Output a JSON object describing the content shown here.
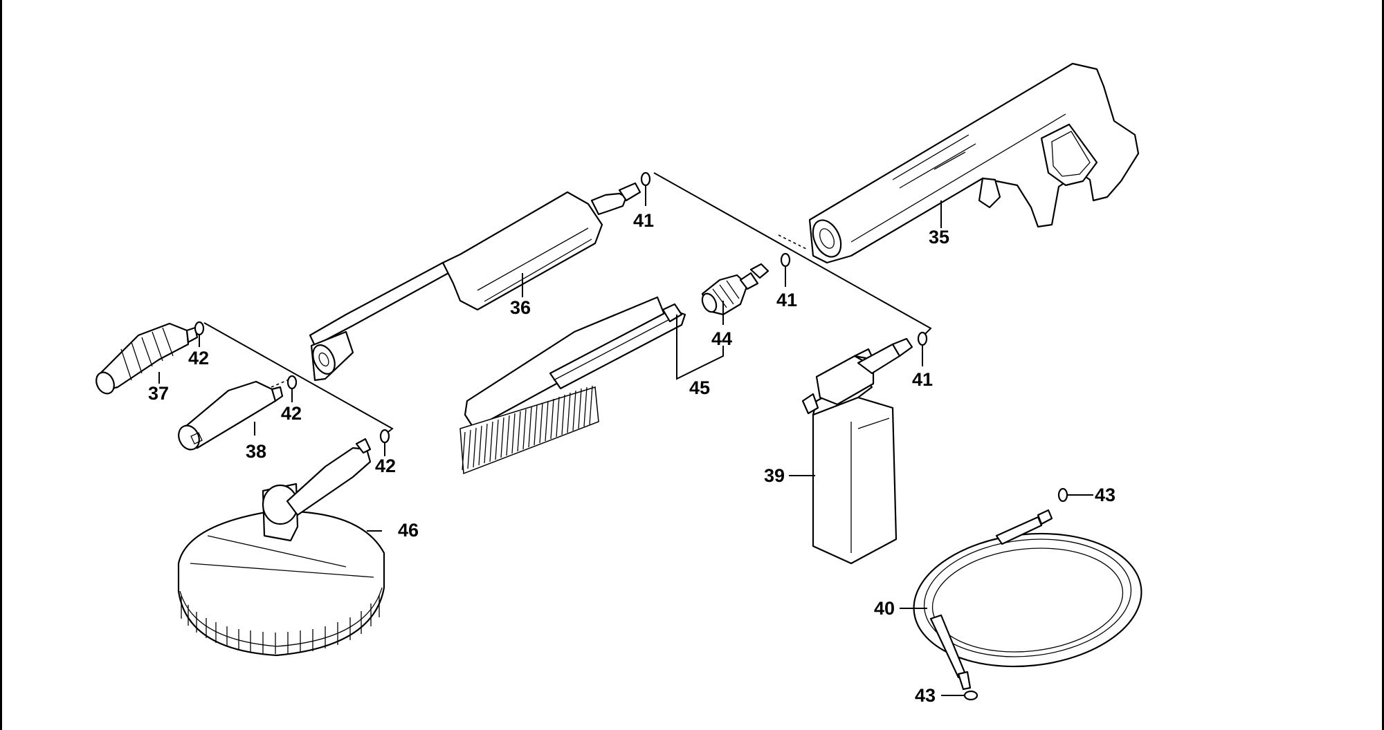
{
  "callouts": {
    "c35": "35",
    "c36": "36",
    "c37": "37",
    "c38": "38",
    "c39": "39",
    "c40": "40",
    "c41a": "41",
    "c41b": "41",
    "c41c": "41",
    "c42a": "42",
    "c42b": "42",
    "c42c": "42",
    "c43a": "43",
    "c43b": "43",
    "c44": "44",
    "c45": "45",
    "c46": "46"
  },
  "colors": {
    "line": "#000000",
    "background": "#ffffff"
  }
}
